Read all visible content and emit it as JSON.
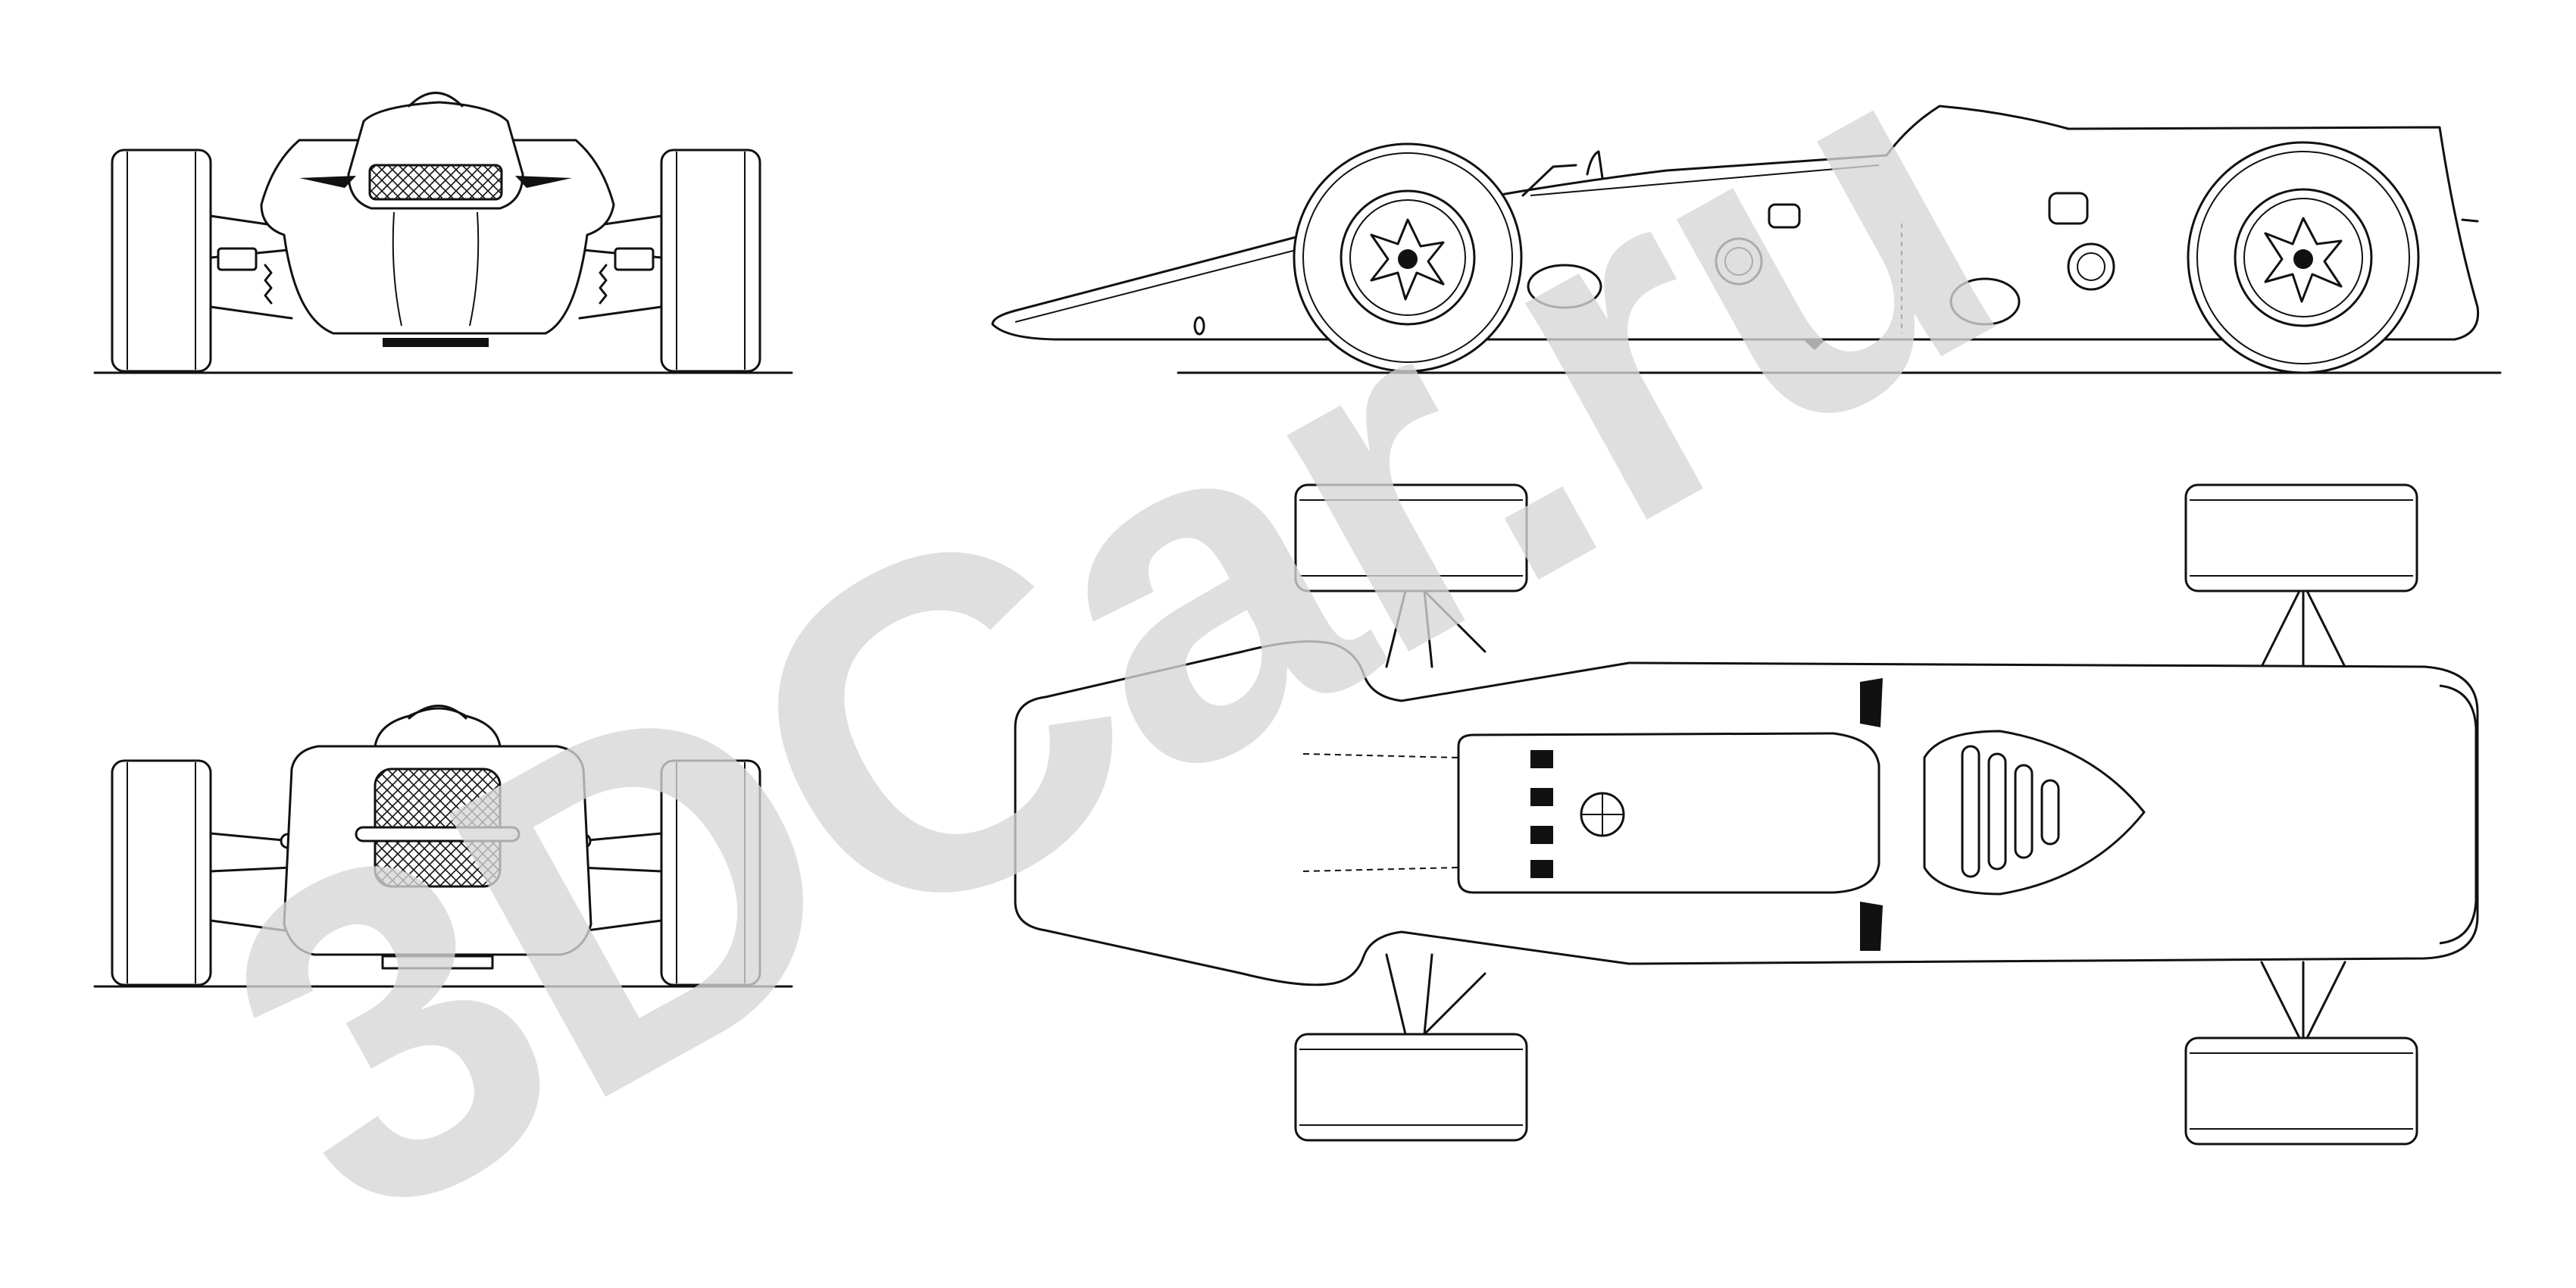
{
  "watermark": {
    "text": "3DCar.ru"
  },
  "colors": {
    "ink": "#111111",
    "paper": "#ffffff",
    "watermark": "#d7d7d7"
  },
  "views": [
    {
      "id": "front-view"
    },
    {
      "id": "rear-view"
    },
    {
      "id": "side-view"
    },
    {
      "id": "top-view"
    }
  ]
}
